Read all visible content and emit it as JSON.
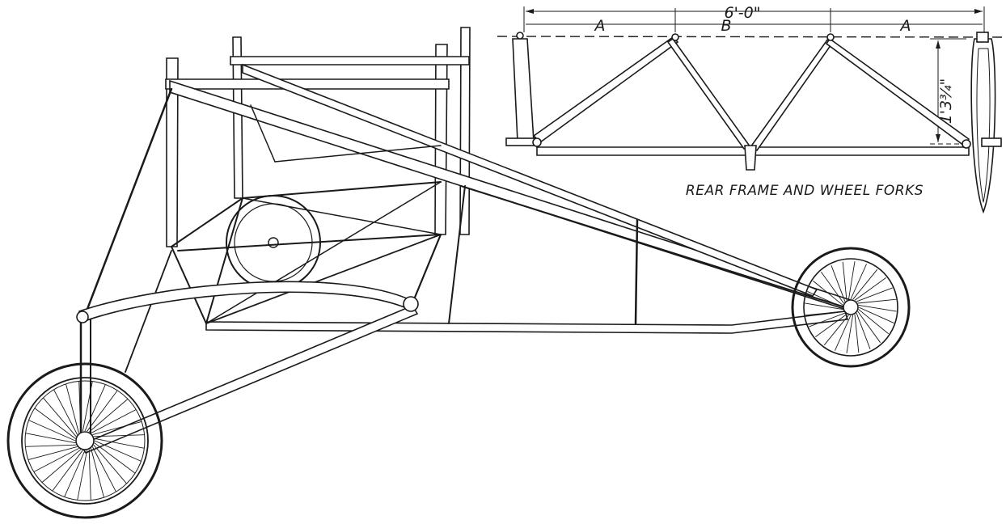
{
  "diagram": {
    "caption": "REAR FRAME AND WHEEL FORKS",
    "dimensions": {
      "overall": "6'-0\"",
      "bay_a_left": "A",
      "bay_b": "B",
      "bay_a_right": "A",
      "height": "1'3¾\""
    }
  },
  "colors": {
    "ink": "#1a1a1a",
    "paper": "#ffffff"
  }
}
